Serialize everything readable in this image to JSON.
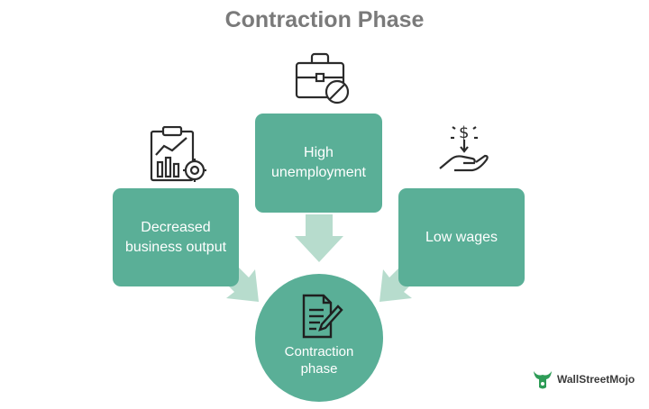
{
  "title": "Contraction Phase",
  "boxes": {
    "left": {
      "line1": "Decreased",
      "line2": "business output"
    },
    "top": {
      "line1": "High",
      "line2": "unemployment"
    },
    "right": {
      "line1": "Low wages"
    }
  },
  "center": {
    "line1": "Contraction",
    "line2": "phase"
  },
  "logo": {
    "text": "WallStreetMojo"
  },
  "colors": {
    "primary": "#5aaf97",
    "arrow": "#b7dccd",
    "title": "#7a7a7a",
    "icon": "#2b2b2b"
  }
}
